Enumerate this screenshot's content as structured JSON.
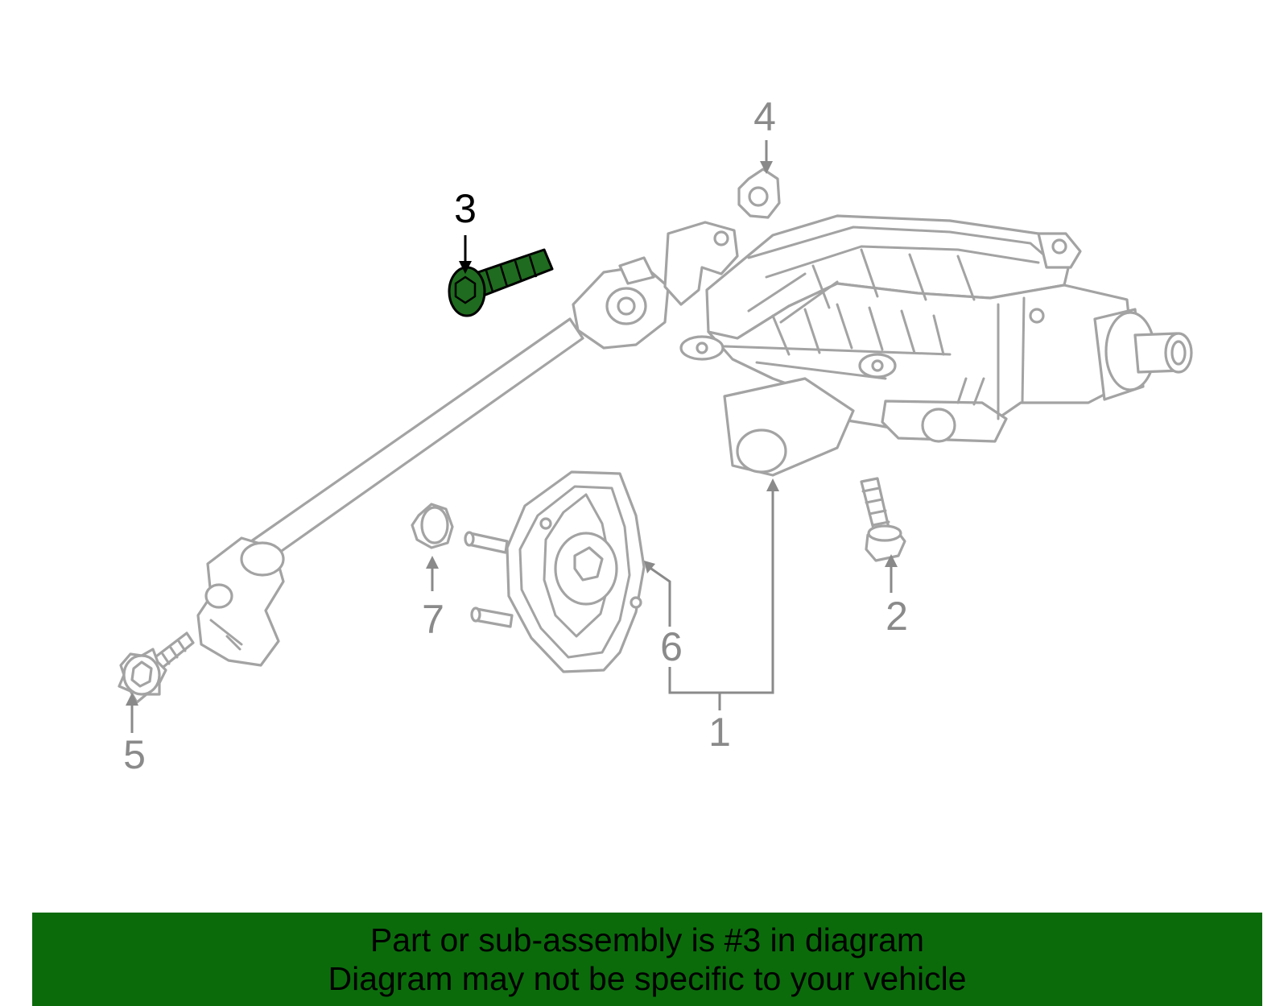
{
  "callouts": [
    {
      "id": "1",
      "label": "1"
    },
    {
      "id": "2",
      "label": "2"
    },
    {
      "id": "3",
      "label": "3"
    },
    {
      "id": "4",
      "label": "4"
    },
    {
      "id": "5",
      "label": "5"
    },
    {
      "id": "6",
      "label": "6"
    },
    {
      "id": "7",
      "label": "7"
    }
  ],
  "highlighted_part": "3",
  "colors": {
    "highlight_part": "#1f6b1f",
    "banner_background": "#0b6b0b",
    "line_art": "#a3a3a3",
    "callout_text": "#8a8a8a"
  },
  "banner": {
    "line1": "Part or sub-assembly is #3 in diagram",
    "line2": "Diagram may not be specific to your vehicle"
  }
}
